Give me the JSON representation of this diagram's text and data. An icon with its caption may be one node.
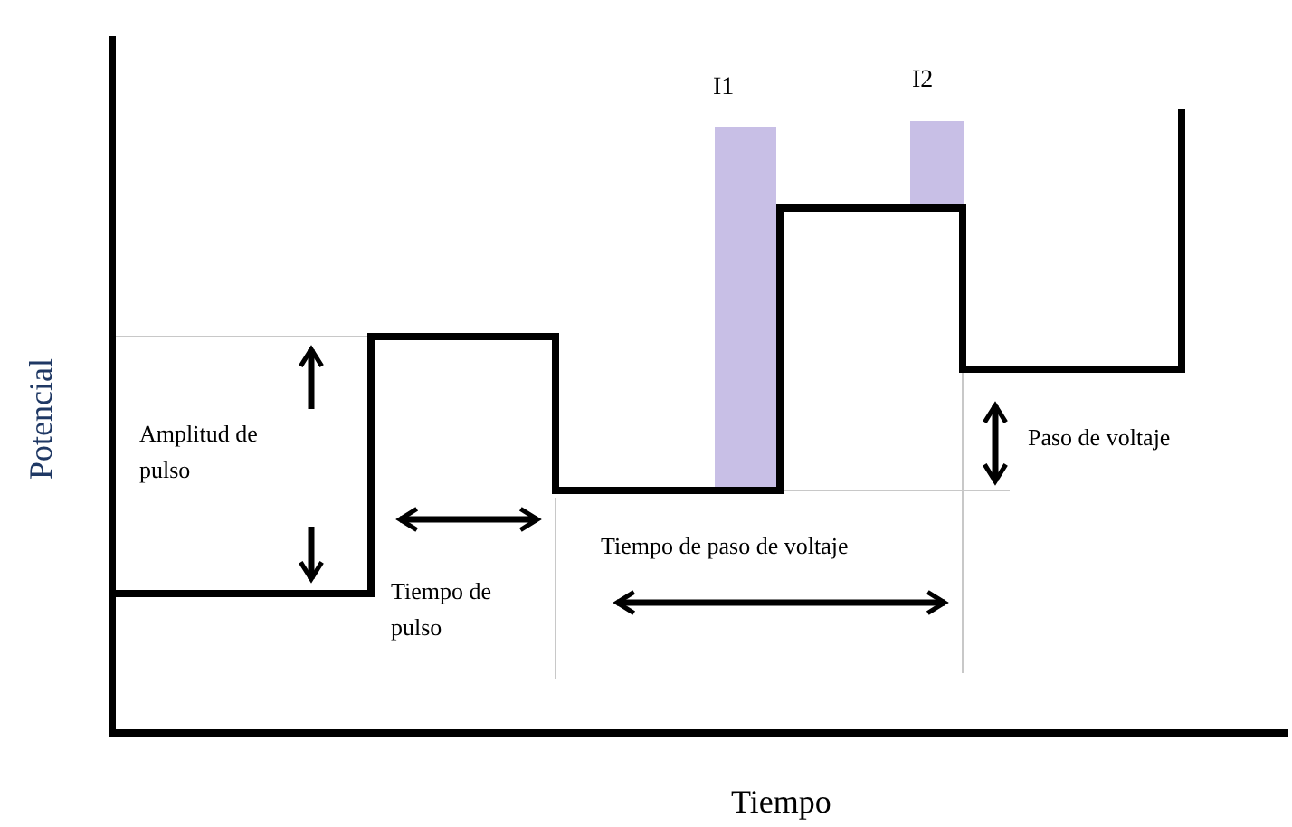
{
  "diagram": {
    "nodes": [
      {
        "text": [],
        "shape": "bar",
        "beside": [
          "I1"
        ]
      },
      {
        "text": [],
        "shape": "bar",
        "beside": [
          "I2"
        ]
      }
    ],
    "labels": [
      "Potencial",
      "Amplitud de pulso",
      "Paso de voltaje",
      "Tiempo de pulso",
      "Tiempo de paso de voltaje",
      "Tiempo"
    ]
  }
}
